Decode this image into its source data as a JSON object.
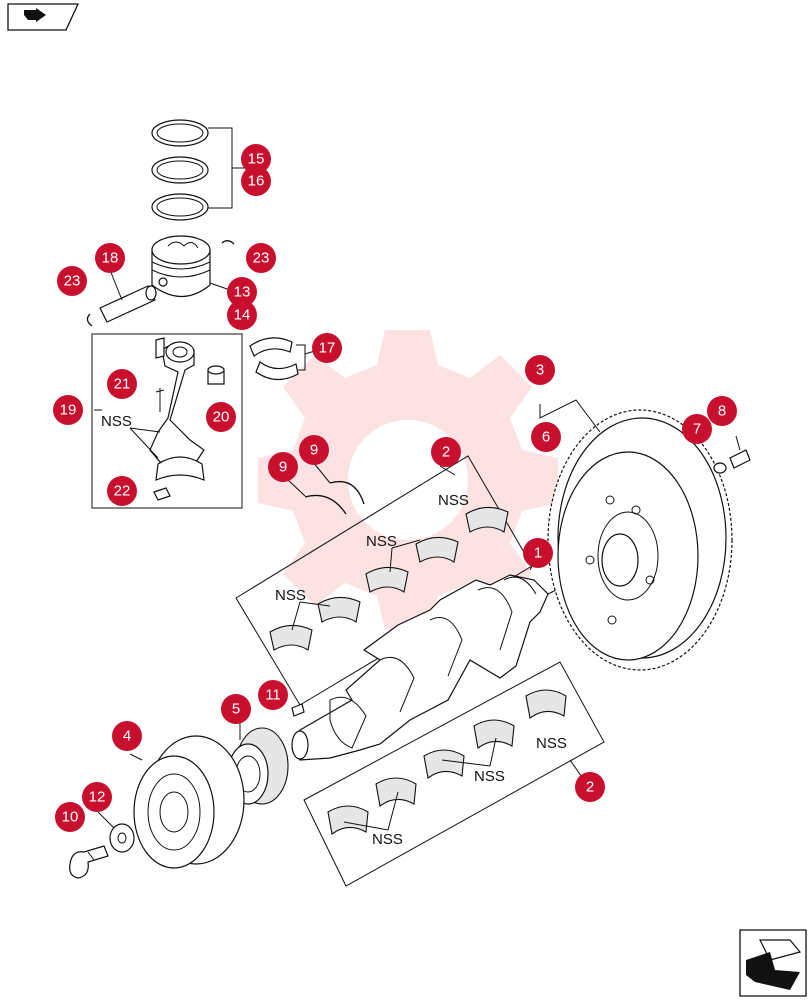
{
  "nav": {
    "prev_icon": "page-back-arrow-icon",
    "next_icon": "page-forward-arrow-icon"
  },
  "watermark": {
    "icon": "gear-logo-watermark-icon",
    "color": "#e8202a"
  },
  "callout_color": "#c8102e",
  "nss_label": "NSS",
  "callouts": {
    "c1": "1",
    "c2a": "2",
    "c2b": "2",
    "c3": "3",
    "c4": "4",
    "c5": "5",
    "c6": "6",
    "c7": "7",
    "c8": "8",
    "c9a": "9",
    "c9b": "9",
    "c10": "10",
    "c11": "11",
    "c12": "12",
    "c13": "13",
    "c14": "14",
    "c15": "15",
    "c16": "16",
    "c17": "17",
    "c18": "18",
    "c19": "19",
    "c20": "20",
    "c21": "21",
    "c22": "22",
    "c23a": "23",
    "c23b": "23"
  }
}
